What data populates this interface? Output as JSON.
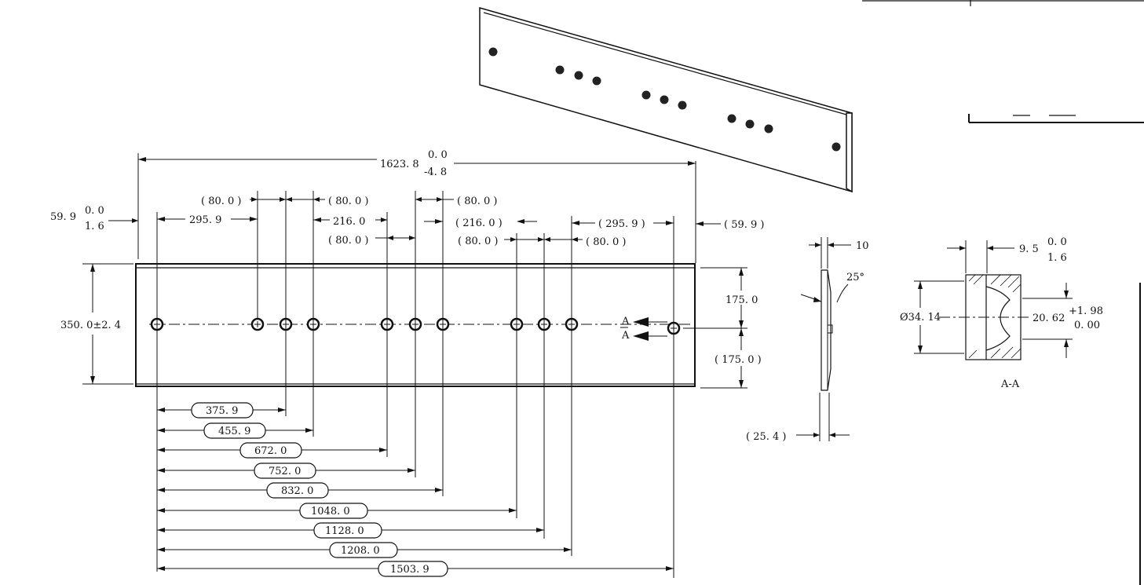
{
  "overall_length": {
    "value": "1623. 8",
    "tol_upper": "0. 0",
    "tol_lower": "-4. 8"
  },
  "end_offset": {
    "value": "59. 9",
    "tol_upper": "0. 0",
    "tol_lower": "1. 6"
  },
  "end_offset_right": "( 59. 9 )",
  "first_pitch_left": "295. 9",
  "pitch_80_a": "( 80. 0 )",
  "pitch_80_b": "( 80. 0 )",
  "pitch_80_c": "( 80. 0 )",
  "pitch_80_d": "( 80. 0 )",
  "pitch_80_e": "( 80. 0 )",
  "pitch_80_f": "( 80. 0 )",
  "group_gap_a": "216. 0",
  "group_gap_b": "( 216. 0 )",
  "last_pitch": "( 295. 9 )",
  "width": "350. 0±2. 4",
  "half_width_top": "175. 0",
  "half_width_bottom": "( 175. 0 )",
  "section_marker": "A",
  "hole_positions": [
    "375. 9",
    "455. 9",
    "672. 0",
    "752. 0",
    "832. 0",
    "1048. 0",
    "1128. 0",
    "1208. 0",
    "1503. 9"
  ],
  "side_view": {
    "thickness_top": "10",
    "bevel_angle": "25°",
    "thickness_bottom": "( 25. 4 )"
  },
  "section_view": {
    "depth": {
      "value": "9. 5",
      "tol_upper": "0. 0",
      "tol_lower": "1. 6"
    },
    "diameter": "Ø34. 14",
    "inner": {
      "value": "20. 62",
      "tol_upper": "+1. 98",
      "tol_lower": "0. 00"
    },
    "label": "A-A"
  }
}
